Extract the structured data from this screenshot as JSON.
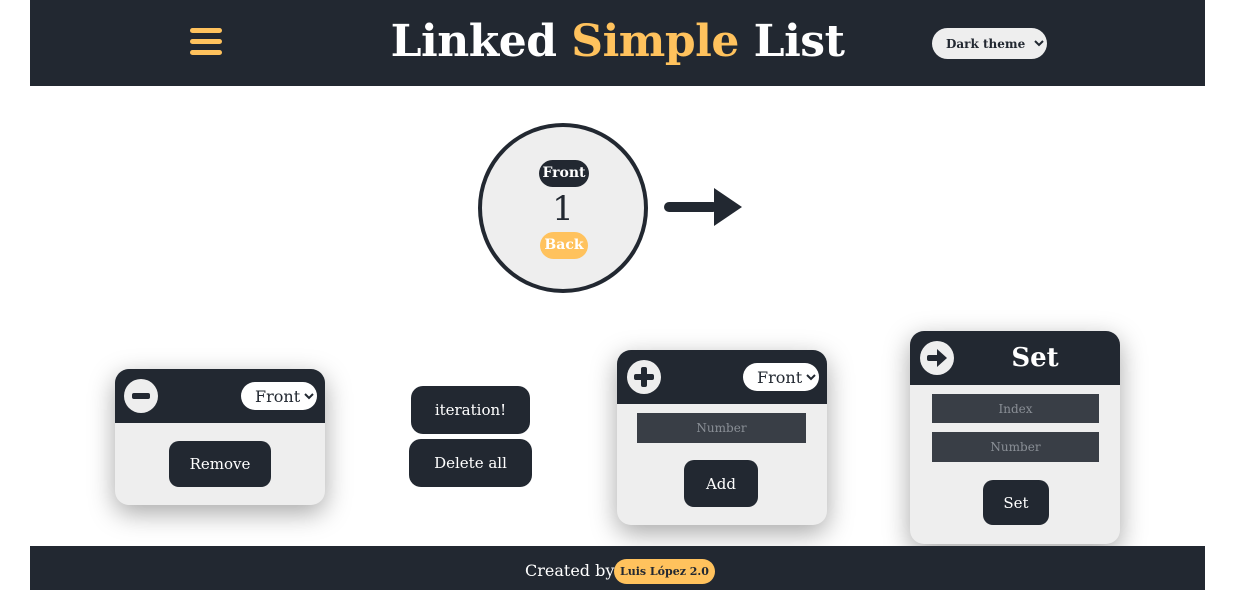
{
  "header": {
    "title_part1": "Linked ",
    "title_accent": "Simple",
    "title_part2": " List",
    "theme_selected": "Dark theme"
  },
  "node": {
    "front_label": "Front",
    "value": "1",
    "back_label": "Back"
  },
  "remove_card": {
    "position_selected": "Front",
    "button_label": "Remove",
    "icon": "minus-icon"
  },
  "actions": {
    "iteration_label": "iteration!",
    "delete_all_label": "Delete all"
  },
  "add_card": {
    "position_selected": "Front",
    "number_placeholder": "Number",
    "button_label": "Add",
    "icon": "plus-icon"
  },
  "set_card": {
    "title": "Set",
    "index_placeholder": "Index",
    "number_placeholder": "Number",
    "button_label": "Set",
    "icon": "arrow-right-icon"
  },
  "footer": {
    "label": "Created by:",
    "author": "Luis López 2.0"
  },
  "colors": {
    "dark": "#222831",
    "accent": "#ffc25d",
    "light": "#eeeeee",
    "field": "#393e46"
  }
}
